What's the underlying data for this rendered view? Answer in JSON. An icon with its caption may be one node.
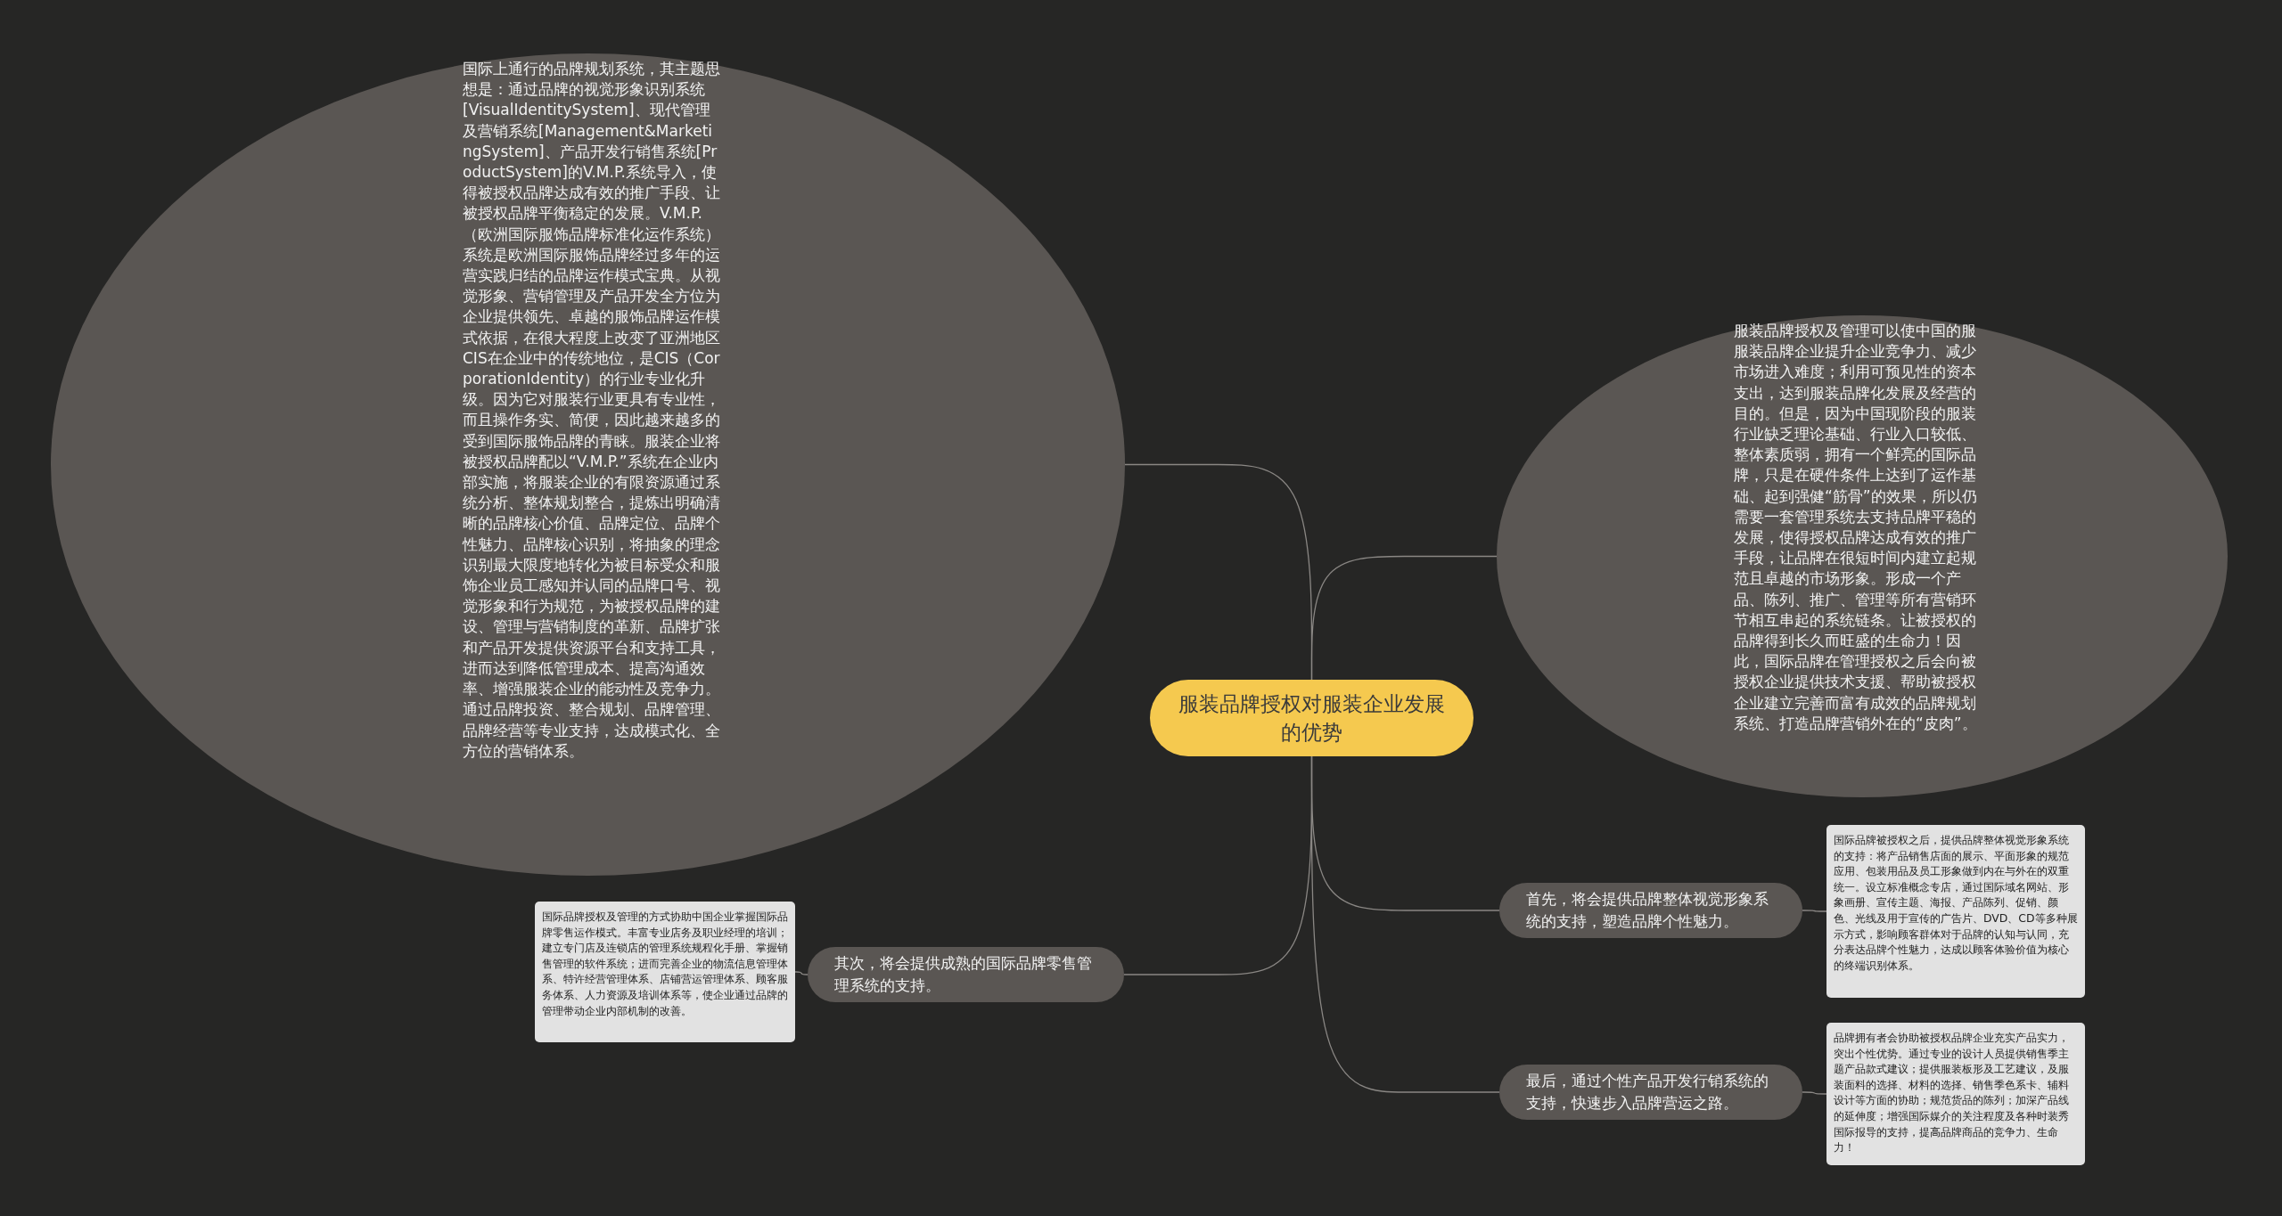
{
  "diagram": {
    "nodes": [
      {
        "text": [
          "服装品牌授权对服装企业发展的优势"
        ]
      },
      {
        "text": [
          "国际上通行的品牌规划系统，其主题思想是：通过品牌的视觉形象识别系统[VisualIdentitySystem]、现代管理及营销系统[Management&MarketingSystem]、产品开发行销售系统[ProductSystem]的V.M.P.系统导入，使得被授权品牌达成有效的推广手段、让被授权品牌平衡稳定的发展。V.M.P.（欧洲国际服饰品牌标准化运作系统）系统是欧洲国际服饰品牌经过多年的运营实践归结的品牌运作模式宝典。从视觉形象、营销管理及产品开发全方位为企业提供领先、卓越的服饰品牌运作模式依据，在很大程度上改变了亚洲地区CIS在企业中的传统地位，是CIS（CorporationIdentity）的行业专业化升级。因为它对服装行业更具有专业性，而且操作务实、简便，因此越来越多的受到国际服饰品牌的青睐。服装企业将被授权品牌配以“V.M.P.”系统在企业内部实施，将服装企业的有限资源通过系统分析、整体规划整合，提炼出明确清晰的品牌核心价值、品牌定位、品牌个性魅力、品牌核心识别，将抽象的理念识别最大限度地转化为被目标受众和服饰企业员工感知并认同的品牌口号、视觉形象和行为规范，为被授权品牌的建设、管理与营销制度的革新、品牌扩张和产品开发提供资源平台和支持工具，进而达到降低管理成本、提高沟通效率、增强服装企业的能动性及竞争力。通过品牌投资、整合规划、品牌管理、品牌经营等专业支持，达成模式化、全方位的营销体系。"
        ]
      },
      {
        "text": [
          "服装品牌授权及管理可以使中国的服服装品牌企业提升企业竞争力、减少市场进入难度；利用可预见性的资本支出，达到服装品牌化发展及经营的目的。但是，因为中国现阶段的服装行业缺乏理论基础、行业入口较低、整体素质弱，拥有一个鲜亮的国际品牌，只是在硬件条件上达到了运作基础、起到强健“筋骨”的效果，所以仍需要一套管理系统去支持品牌平稳的发展，使得授权品牌达成有效的推广手段，让品牌在很短时间内建立起规范且卓越的市场形象。形成一个产品、陈列、推广、管理等所有营销环节相互串起的系统链条。让被授权的品牌得到长久而旺盛的生命力！因此，国际品牌在管理授权之后会向被授权企业提供技术支援、帮助被授权企业建立完善而富有成效的品牌规划系统、打造品牌营销外在的“皮肉”。"
        ]
      },
      {
        "text": [
          "首先，将会提供品牌整体视觉形象系统的支持，塑造品牌个性魅力。"
        ]
      },
      {
        "text": [
          "国际品牌被授权之后，提供品牌整体视觉形象系统的支持：将产品销售店面的展示、平面形象的规范应用、包装用品及员工形象做到内在与外在的双重统一。设立标准概念专店，通过国际域名网站、形象画册、宣传主题、海报、产品陈列、促销、颜色、光线及用于宣传的广告片、DVD、CD等多种展示方式，影响顾客群体对于品牌的认知与认同，充分表达品牌个性魅力，达成以顾客体验价值为核心的终端识别体系。"
        ]
      },
      {
        "text": [
          "其次，将会提供成熟的国际品牌零售管理系统的支持。"
        ]
      },
      {
        "text": [
          "国际品牌授权及管理的方式协助中国企业掌握国际品牌零售运作模式。丰富专业店务及职业经理的培训；建立专门店及连锁店的管理系统规程化手册、掌握销售管理的软件系统；进而完善企业的物流信息管理体系、特许经营管理体系、店铺营运管理体系、顾客服务体系、人力资源及培训体系等，使企业通过品牌的管理带动企业内部机制的改善。"
        ]
      },
      {
        "text": [
          "最后，通过个性产品开发行销系统的支持，快速步入品牌营运之路。"
        ]
      },
      {
        "text": [
          "品牌拥有者会协助被授权品牌企业充实产品实力，突出个性优势。通过专业的设计人员提供销售季主题产品款式建议；提供服装板形及工艺建议，及服装面料的选择、材料的选择、销售季色系卡、辅料设计等方面的协助；规范货品的陈列；加深产品线的延伸度；增强国际媒介的关注程度及各种时装秀国际报导的支持，提高品牌商品的竞争力、生命力！"
        ]
      }
    ],
    "edges": [
      {
        "from": 0,
        "to": 1,
        "arrow": "none"
      },
      {
        "from": 0,
        "to": 2,
        "arrow": "none"
      },
      {
        "from": 0,
        "to": 3,
        "arrow": "none"
      },
      {
        "from": 3,
        "to": 4,
        "arrow": "none"
      },
      {
        "from": 0,
        "to": 5,
        "arrow": "none"
      },
      {
        "from": 5,
        "to": 6,
        "arrow": "none"
      },
      {
        "from": 0,
        "to": 7,
        "arrow": "none"
      },
      {
        "from": 7,
        "to": 8,
        "arrow": "none"
      }
    ]
  }
}
